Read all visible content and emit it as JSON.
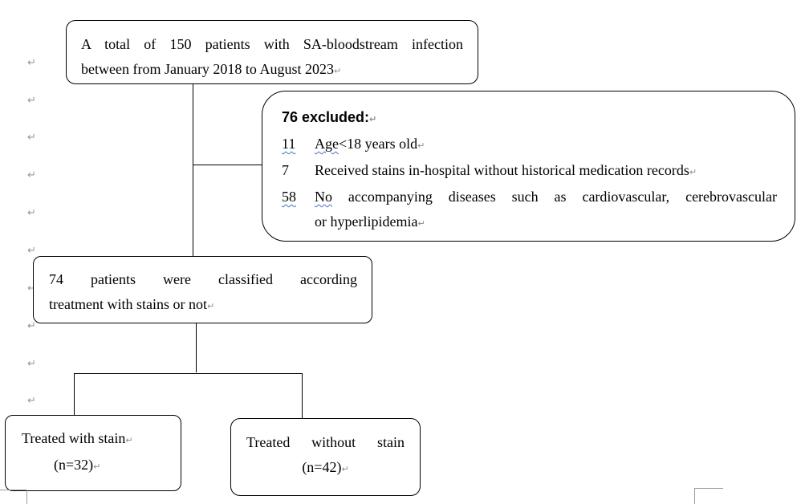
{
  "top_box": {
    "line1": "A total of 150 patients with SA-bloodstream infection",
    "line2": "between from January 2018 to August 2023"
  },
  "excluded_box": {
    "title": "76 excluded:",
    "items": [
      {
        "count": "11",
        "text_a": "Age",
        "text_b": "<18 years old"
      },
      {
        "count": "7",
        "text": "Received stains in-hospital without historical medication records"
      },
      {
        "count": "58",
        "text_a": "No",
        "text_b": " accompanying diseases such as cardiovascular, cerebrovascular",
        "cont": "or hyperlipidemia"
      }
    ]
  },
  "middle_box": {
    "line1": "74 patients were classified according",
    "line2": "treatment with stains or not"
  },
  "left_box": {
    "line1": "Treated with stain",
    "line2": "(n=32)"
  },
  "right_box": {
    "line1": "Treated without stain",
    "line2": "(n=42)"
  },
  "marks": {
    "paragraph": "↵"
  }
}
